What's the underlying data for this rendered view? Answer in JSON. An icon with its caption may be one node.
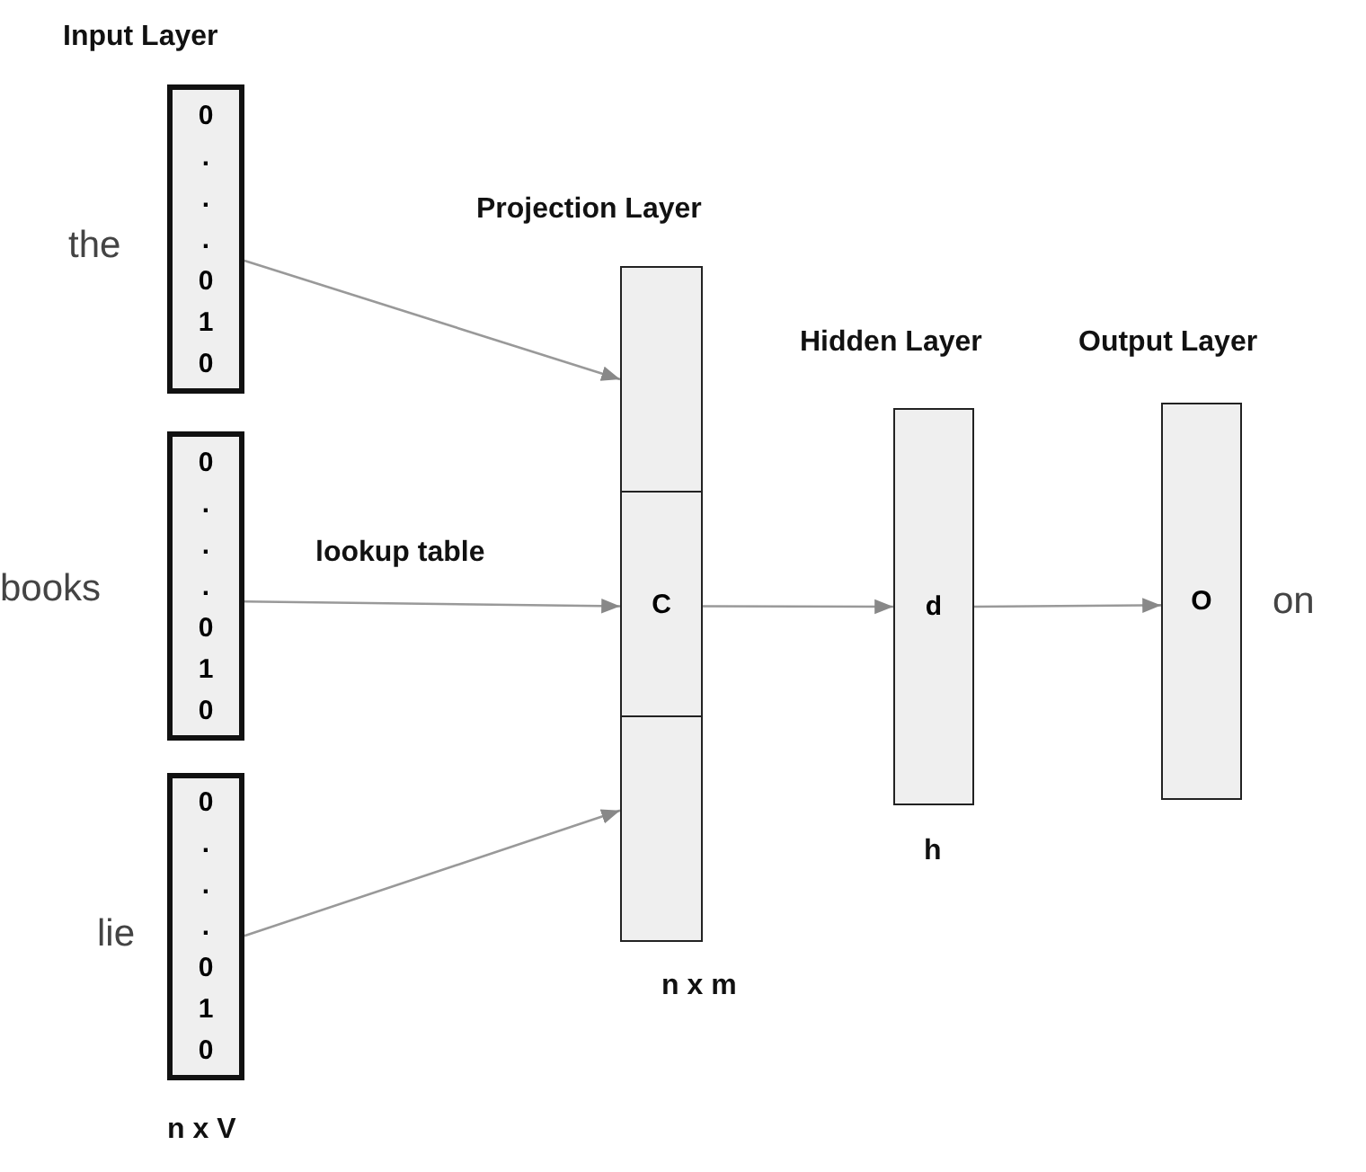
{
  "diagram": {
    "nodes": [
      {
        "text": [
          "0 . . . 0 1 0"
        ],
        "beside": [
          "the"
        ]
      },
      {
        "text": [
          "0 . . . 0 1 0"
        ],
        "beside": [
          "books"
        ]
      },
      {
        "text": [
          "0 . . . 0 1 0"
        ],
        "beside": [
          "lie"
        ]
      },
      {
        "text": [],
        "shape": "box"
      },
      {
        "text": [
          "C"
        ]
      },
      {
        "text": [],
        "shape": "box"
      },
      {
        "text": [
          "d"
        ],
        "beside": [
          "h"
        ]
      },
      {
        "text": [
          "O"
        ],
        "beside": [
          "on"
        ]
      }
    ],
    "edges": [
      {
        "from": 0,
        "to": 3,
        "arrow": "to"
      },
      {
        "from": 1,
        "to": 4,
        "arrow": "to",
        "label": "lookup table"
      },
      {
        "from": 2,
        "to": 5,
        "arrow": "to"
      },
      {
        "from": 4,
        "to": 6,
        "arrow": "to"
      },
      {
        "from": 6,
        "to": 7,
        "arrow": "to"
      }
    ],
    "labels": [
      "Input Layer",
      "Projection Layer",
      "Hidden Layer",
      "Output Layer",
      "n x m",
      "n x V"
    ]
  }
}
